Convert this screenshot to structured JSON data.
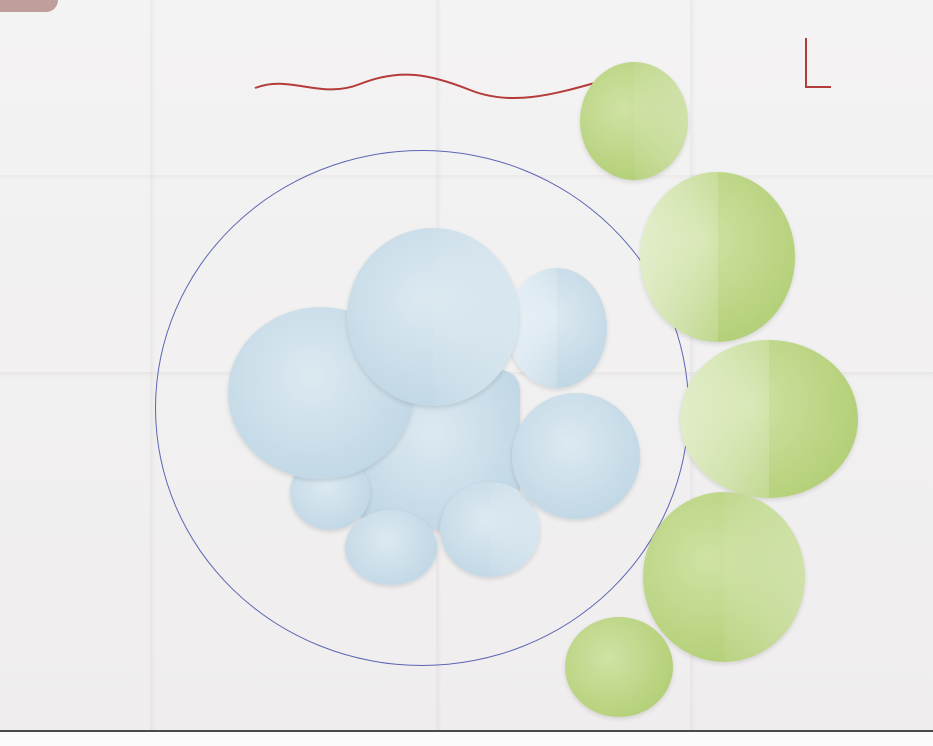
{
  "header": {
    "title": "",
    "top_left": "",
    "top_right": {
      "line1": "",
      "line2": "",
      "line3": ""
    }
  },
  "diagram": {
    "center_label": "",
    "inner_circles": [
      {
        "id": "c1",
        "label": ""
      },
      {
        "id": "c2",
        "label": ""
      },
      {
        "id": "c3",
        "label": ""
      },
      {
        "id": "c4",
        "label": ""
      },
      {
        "id": "c5",
        "label": ""
      },
      {
        "id": "c6",
        "label": ""
      },
      {
        "id": "c7",
        "label": ""
      }
    ],
    "outer_circles": [
      {
        "id": "g1",
        "label": ""
      },
      {
        "id": "g2",
        "label": ""
      },
      {
        "id": "g3",
        "label": ""
      },
      {
        "id": "g4",
        "label": ""
      },
      {
        "id": "g5",
        "label": ""
      }
    ]
  },
  "colors": {
    "ink_red": "#b53a3a",
    "ink_blue": "#3b4f8c",
    "circle_outline": "#5c66b3",
    "inner_fill": "#c3d9e6",
    "outer_fill": "#b6d17b"
  }
}
